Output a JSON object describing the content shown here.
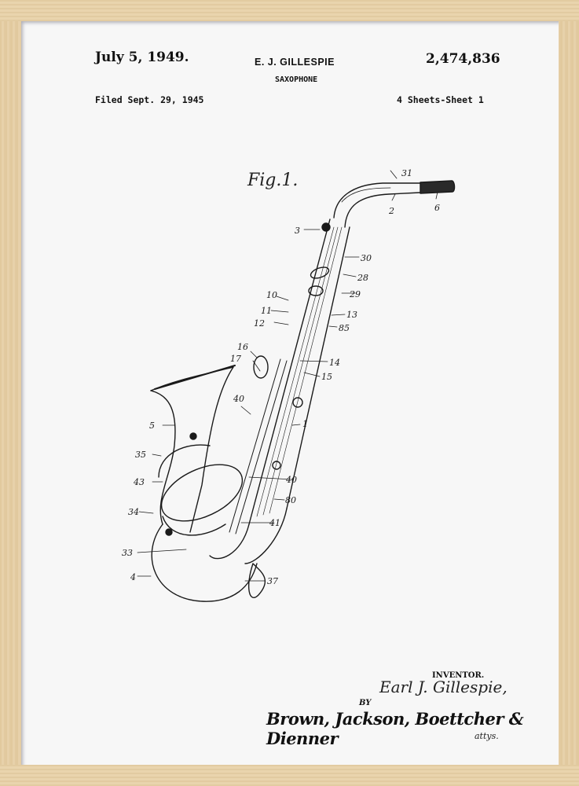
{
  "poster": {
    "frame_color": "#e6cfa5",
    "paper_color": "#f7f7f7",
    "ink_color": "#111111"
  },
  "header": {
    "date": "July 5, 1949.",
    "inventor_short": "E. J. GILLESPIE",
    "patent_number": "2,474,836",
    "title": "SAXOPHONE",
    "filed": "Filed Sept. 29, 1945",
    "sheets": "4 Sheets-Sheet 1"
  },
  "figure": {
    "label": "Fig.1.",
    "subject": "saxophone",
    "callouts": [
      "31",
      "2",
      "6",
      "3",
      "30",
      "28",
      "29",
      "10",
      "11",
      "13",
      "12",
      "85",
      "16",
      "17",
      "14",
      "15",
      "40",
      "5",
      "1",
      "35",
      "40",
      "43",
      "80",
      "34",
      "41",
      "33",
      "4",
      "37"
    ]
  },
  "signature": {
    "inventor_label": "INVENTOR.",
    "inventor_name": "Earl J. Gillespie,",
    "by_label": "BY",
    "attorneys": "Brown, Jackson, Boettcher & Dienner",
    "attys_label": "attys."
  }
}
